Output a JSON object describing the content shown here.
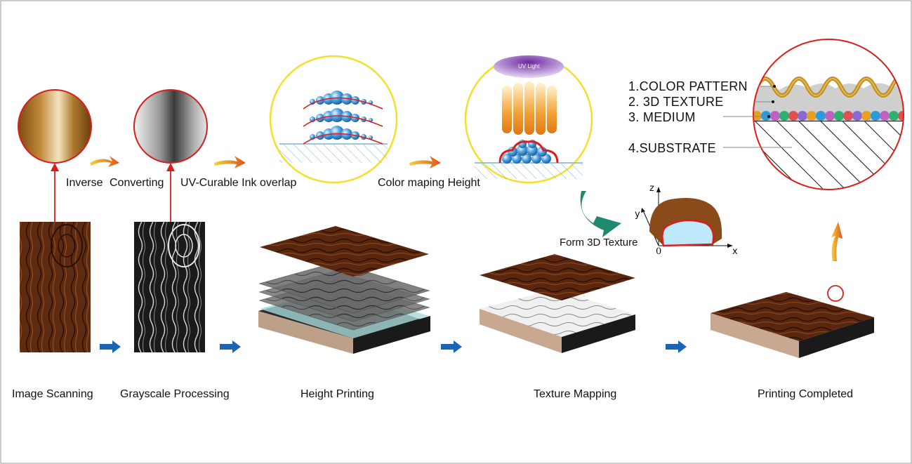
{
  "top_labels": {
    "inverse": "Inverse",
    "converting": "Converting",
    "uv_curable": "UV-Curable Ink overlap",
    "color_mapping": "Color maping Height",
    "form_3d": "Form 3D Texture"
  },
  "uv_light_label": "UV Light",
  "layers": [
    {
      "label": "1.COLOR PATTERN"
    },
    {
      "label": "2. 3D  TEXTURE"
    },
    {
      "label": "3.  MEDIUM"
    },
    {
      "label": "4.SUBSTRATE"
    }
  ],
  "axes": {
    "z": "z",
    "y": "y",
    "x": "x",
    "origin": "0"
  },
  "stages": [
    {
      "label": "Image Scanning"
    },
    {
      "label": "Grayscale Processing"
    },
    {
      "label": "Height Printing"
    },
    {
      "label": "Texture Mapping"
    },
    {
      "label": "Printing Completed"
    }
  ],
  "colors": {
    "wood": "#5a2a12",
    "wood_light": "#8a4a22",
    "red_line": "#d81e1e",
    "blue_arrow": "#1a64b4",
    "orange_arrow": "#e8701a",
    "yellow_ring": "#f2e02a",
    "teal_arrow": "#1e8a6e"
  }
}
